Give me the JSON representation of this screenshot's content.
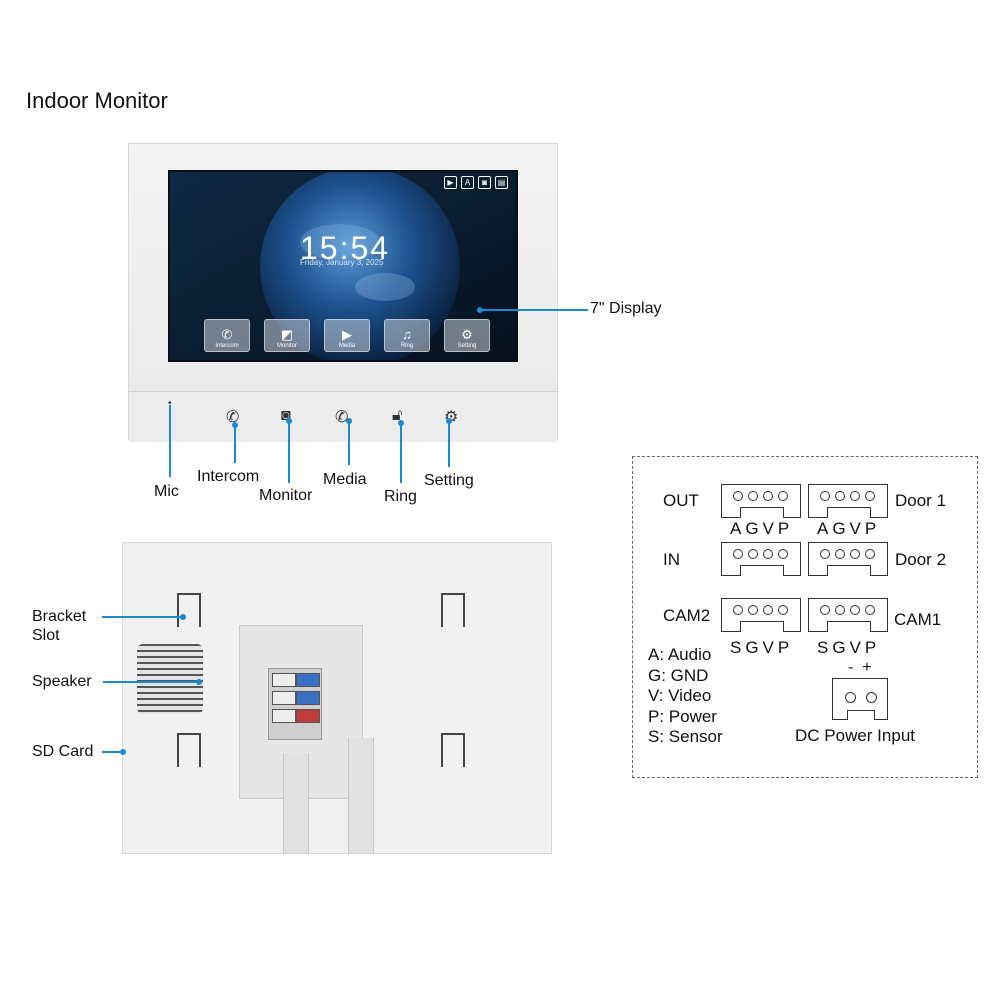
{
  "title": "Indoor Monitor",
  "screen": {
    "time": "15:54",
    "date": "Friday, January 3, 2025",
    "buttons": [
      {
        "label": "Intercom",
        "icon": "phone-icon"
      },
      {
        "label": "Monitor",
        "icon": "camera-icon"
      },
      {
        "label": "Media",
        "icon": "play-icon"
      },
      {
        "label": "Ring",
        "icon": "bell-icon"
      },
      {
        "label": "Setting",
        "icon": "gear-icon"
      }
    ]
  },
  "front_labels": {
    "display": "7\" Display",
    "mic": "Mic",
    "intercom": "Intercom",
    "monitor": "Monitor",
    "media": "Media",
    "ring": "Ring",
    "setting": "Setting"
  },
  "back_labels": {
    "bracket_slot": "Bracket\nSlot",
    "speaker": "Speaker",
    "sd_card": "SD Card"
  },
  "wiring": {
    "out": "OUT",
    "door1": "Door 1",
    "in": "IN",
    "door2": "Door 2",
    "cam2": "CAM2",
    "cam1": "CAM1",
    "agvp": "AGVP",
    "sgvp": "SGVP",
    "legend": [
      "A: Audio",
      "G: GND",
      "V: Video",
      "P: Power",
      "S: Sensor"
    ],
    "polarity": "-  +",
    "dc": "DC Power Input"
  },
  "colors": {
    "callout": "#1a8ad4"
  }
}
